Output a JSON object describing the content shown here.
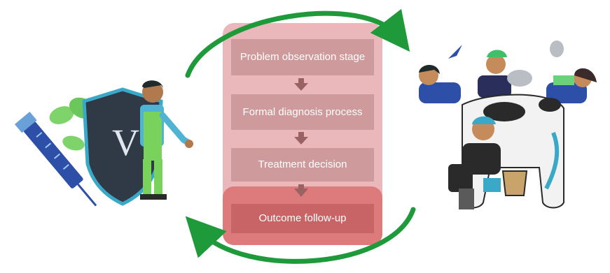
{
  "flow": {
    "steps": [
      {
        "label": "Problem observation stage"
      },
      {
        "label": "Formal diagnosis process"
      },
      {
        "label": "Treatment decision"
      },
      {
        "label": "Outcome follow-up"
      }
    ],
    "highlighted_step": "Outcome follow-up"
  },
  "illustrations": {
    "left": {
      "badge_letter": "V",
      "description_icon": "vet-shield-syringe-icon"
    },
    "right": {
      "description_icon": "people-animals-farm-icon"
    }
  },
  "colors": {
    "panel": "#eab8ba",
    "highlight": "#dd7a7c",
    "step_box": "#cf9a9b",
    "step_box_highlight": "#c86466",
    "arrow_down": "#9a6262",
    "cycle_arrow": "#1f9a3a"
  }
}
